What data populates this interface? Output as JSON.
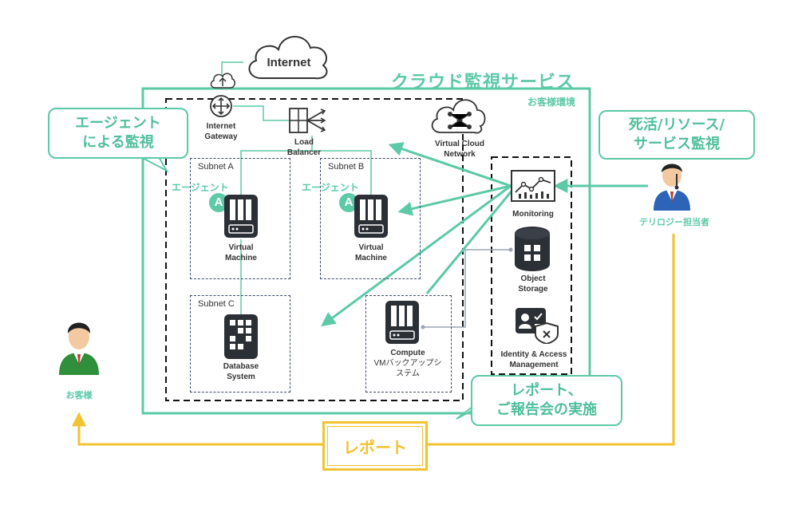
{
  "service": {
    "title": "クラウド監視サービス",
    "env_label": "お客様環境"
  },
  "internet": {
    "label": "Internet"
  },
  "internet_gateway": {
    "line1": "Internet",
    "line2": "Gateway"
  },
  "load_balancer": {
    "line1": "Load",
    "line2": "Balancer"
  },
  "vcn": {
    "line1": "Virtual Cloud",
    "line2": "Network"
  },
  "callouts": {
    "agent_monitoring": {
      "line1": "エージェント",
      "line2": "による監視"
    },
    "alive_monitoring": {
      "line1": "死活/リソース/",
      "line2": "サービス監視"
    },
    "report_meeting": {
      "line1": "レポート、",
      "line2": "ご報告会の実施"
    }
  },
  "subnets": {
    "a": {
      "label": "Subnet A",
      "agent": "エージェント",
      "badge": "A",
      "vm_line1": "Virtual",
      "vm_line2": "Machine"
    },
    "b": {
      "label": "Subnet B",
      "agent": "エージェント",
      "badge": "A",
      "vm_line1": "Virtual",
      "vm_line2": "Machine"
    },
    "c": {
      "label": "Subnet C",
      "db_line1": "Database",
      "db_line2": "System"
    }
  },
  "compute": {
    "line1": "Compute",
    "line2": "VMバックアップシ",
    "line3": "ステム"
  },
  "panel": {
    "monitoring": "Monitoring",
    "object_storage": {
      "line1": "Object",
      "line2": "Storage"
    },
    "iam": {
      "line1": "Identity & Access",
      "line2": "Management"
    }
  },
  "people": {
    "operator": "テリロジー担当者",
    "customer": "お客様"
  },
  "report_box": {
    "label": "レポート"
  },
  "colors": {
    "teal": "#5cc9a7",
    "yellow": "#f2c230",
    "dark": "#2b2f36",
    "navy": "#3b4a6b"
  }
}
